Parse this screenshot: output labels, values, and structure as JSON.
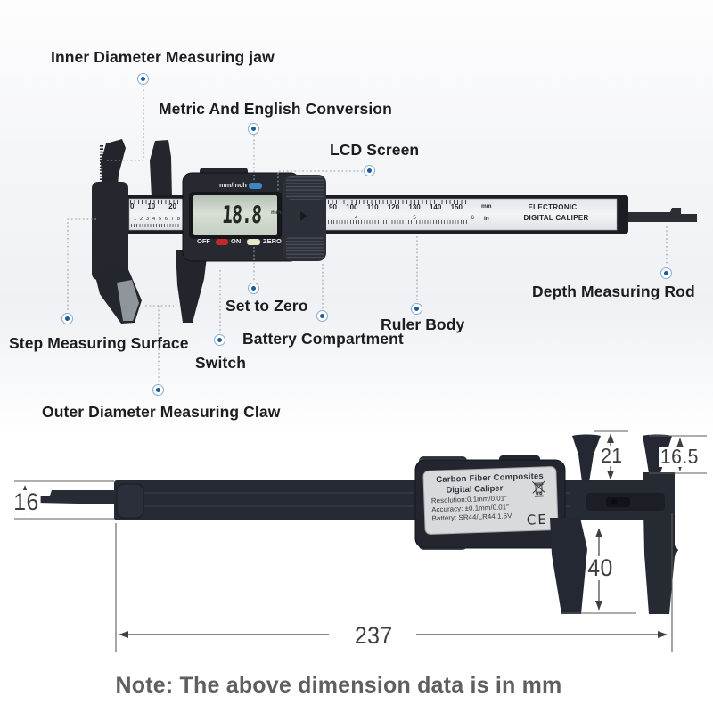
{
  "callouts": {
    "inner_jaw": "Inner Diameter Measuring jaw",
    "metric_english": "Metric And English Conversion",
    "lcd_screen": "LCD Screen",
    "set_to_zero": "Set to Zero",
    "battery": "Battery Compartment",
    "ruler_body": "Ruler Body",
    "depth_rod": "Depth Measuring Rod",
    "step_surface": "Step Measuring Surface",
    "switch": "Switch",
    "outer_claw": "Outer Diameter Measuring Claw"
  },
  "caliper_display": {
    "mode_label": "mm/inch",
    "value": "18.8",
    "unit": "mm",
    "off_label": "OFF",
    "on_label": "ON",
    "zero_label": "ZERO"
  },
  "ruler": {
    "left_mm": [
      "0",
      "10",
      "20"
    ],
    "left_inch": [
      "1",
      "2",
      "3",
      "4",
      "5",
      "6",
      "7",
      "8"
    ],
    "right_mm": [
      "90",
      "100",
      "110",
      "120",
      "130",
      "140",
      "150"
    ],
    "right_inch": [
      "4",
      "5",
      "6"
    ],
    "unit_mm": "mm",
    "unit_inch": "in",
    "brand_line1": "ELECTRONIC",
    "brand_line2": "DIGITAL CALIPER"
  },
  "sticker": {
    "line1": "Carbon Fiber Composites",
    "line2": "Digital Caliper",
    "line3": "Resolution:0.1mm/0.01″",
    "line4": "Accuracy: ±0.1mm/0.01″",
    "line5": "Battery: SR44/LR44 1.5V",
    "ce_mark": "CE"
  },
  "dimensions": {
    "bar_height": "16",
    "jaw_gap": "21",
    "jaw_tip_height": "16.5",
    "lower_jaw_depth": "40",
    "total_length": "237",
    "unit": "mm"
  },
  "note": "Note: The above dimension data is in mm",
  "colors": {
    "marker_dot": "#1b5c9e",
    "marker_ring": "#86abd2",
    "body_dark": "#23262e",
    "lcd_screen": "#ccd5cb",
    "button_red": "#c4272c",
    "button_blue": "#3f86c6",
    "button_cream": "#e9e6c9"
  }
}
